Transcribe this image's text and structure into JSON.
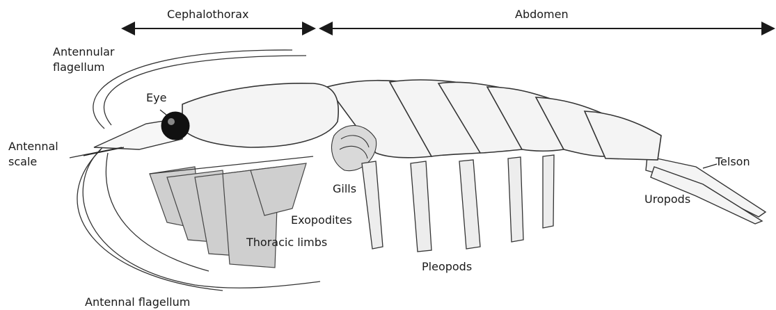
{
  "regions": {
    "cephalothorax": "Cephalothorax",
    "abdomen": "Abdomen"
  },
  "labels": {
    "antennular_flagellum": "Antennular\nflagellum",
    "eye": "Eye",
    "antennal_scale": "Antennal\nscale",
    "gills": "Gills",
    "exopodites": "Exopodites",
    "thoracic_limbs": "Thoracic limbs",
    "pleopods": "Pleopods",
    "telson": "Telson",
    "uropods": "Uropods",
    "antennal_flagellum": "Antennal flagellum"
  },
  "colors": {
    "ink": "#1a1a1a",
    "shade": "#bfbfbf",
    "body": "#f4f4f4"
  }
}
